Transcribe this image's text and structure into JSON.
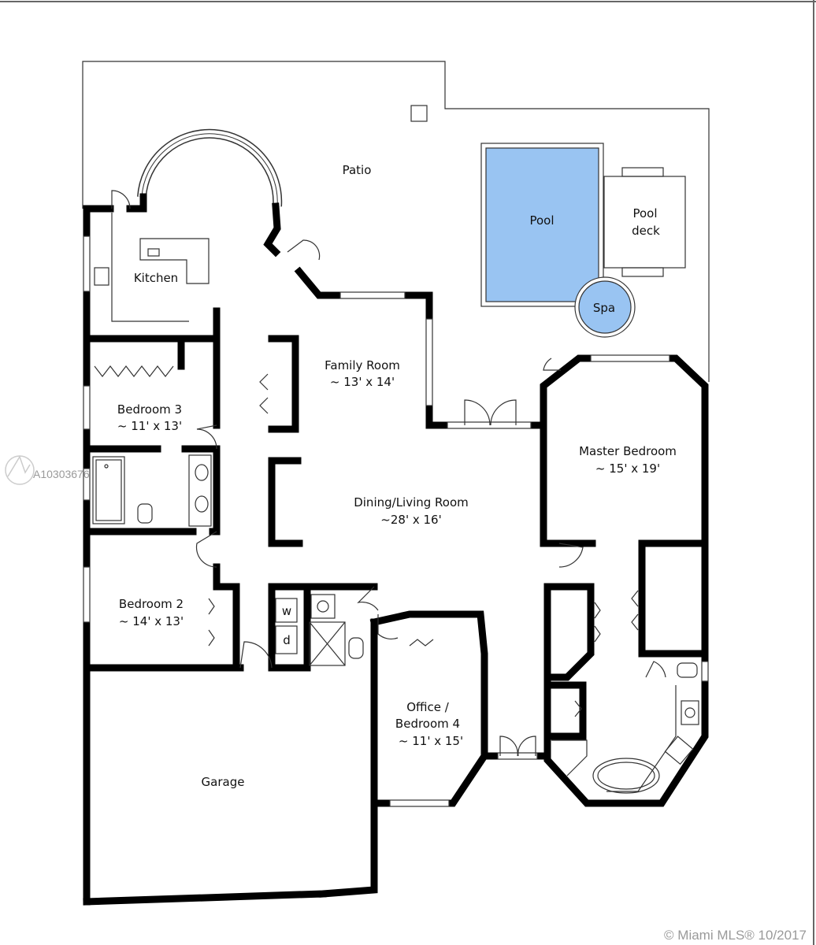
{
  "plan": {
    "rooms": {
      "patio": "Patio",
      "pool": "Pool",
      "pool_deck_1": "Pool",
      "pool_deck_2": "deck",
      "spa": "Spa",
      "kitchen": "Kitchen",
      "family_room": "Family Room",
      "family_room_size": "~ 13' x 14'",
      "bedroom3": "Bedroom 3",
      "bedroom3_size": "~ 11' x 13'",
      "dining_living": "Dining/Living Room",
      "dining_living_size": "~28' x 16'",
      "master_bedroom": "Master Bedroom",
      "master_bedroom_size": "~ 15' x 19'",
      "bedroom2": "Bedroom 2",
      "bedroom2_size": "~ 14' x 13'",
      "washer": "w",
      "dryer": "d",
      "office_1": "Office /",
      "office_2": "Bedroom 4",
      "office_size": "~ 11' x 15'",
      "garage": "Garage"
    },
    "colors": {
      "pool": "#99c4f2",
      "wall": "#000000"
    }
  },
  "watermark": {
    "listing_id": "A10303676",
    "copyright": "© Miami MLS® 10/2017"
  }
}
